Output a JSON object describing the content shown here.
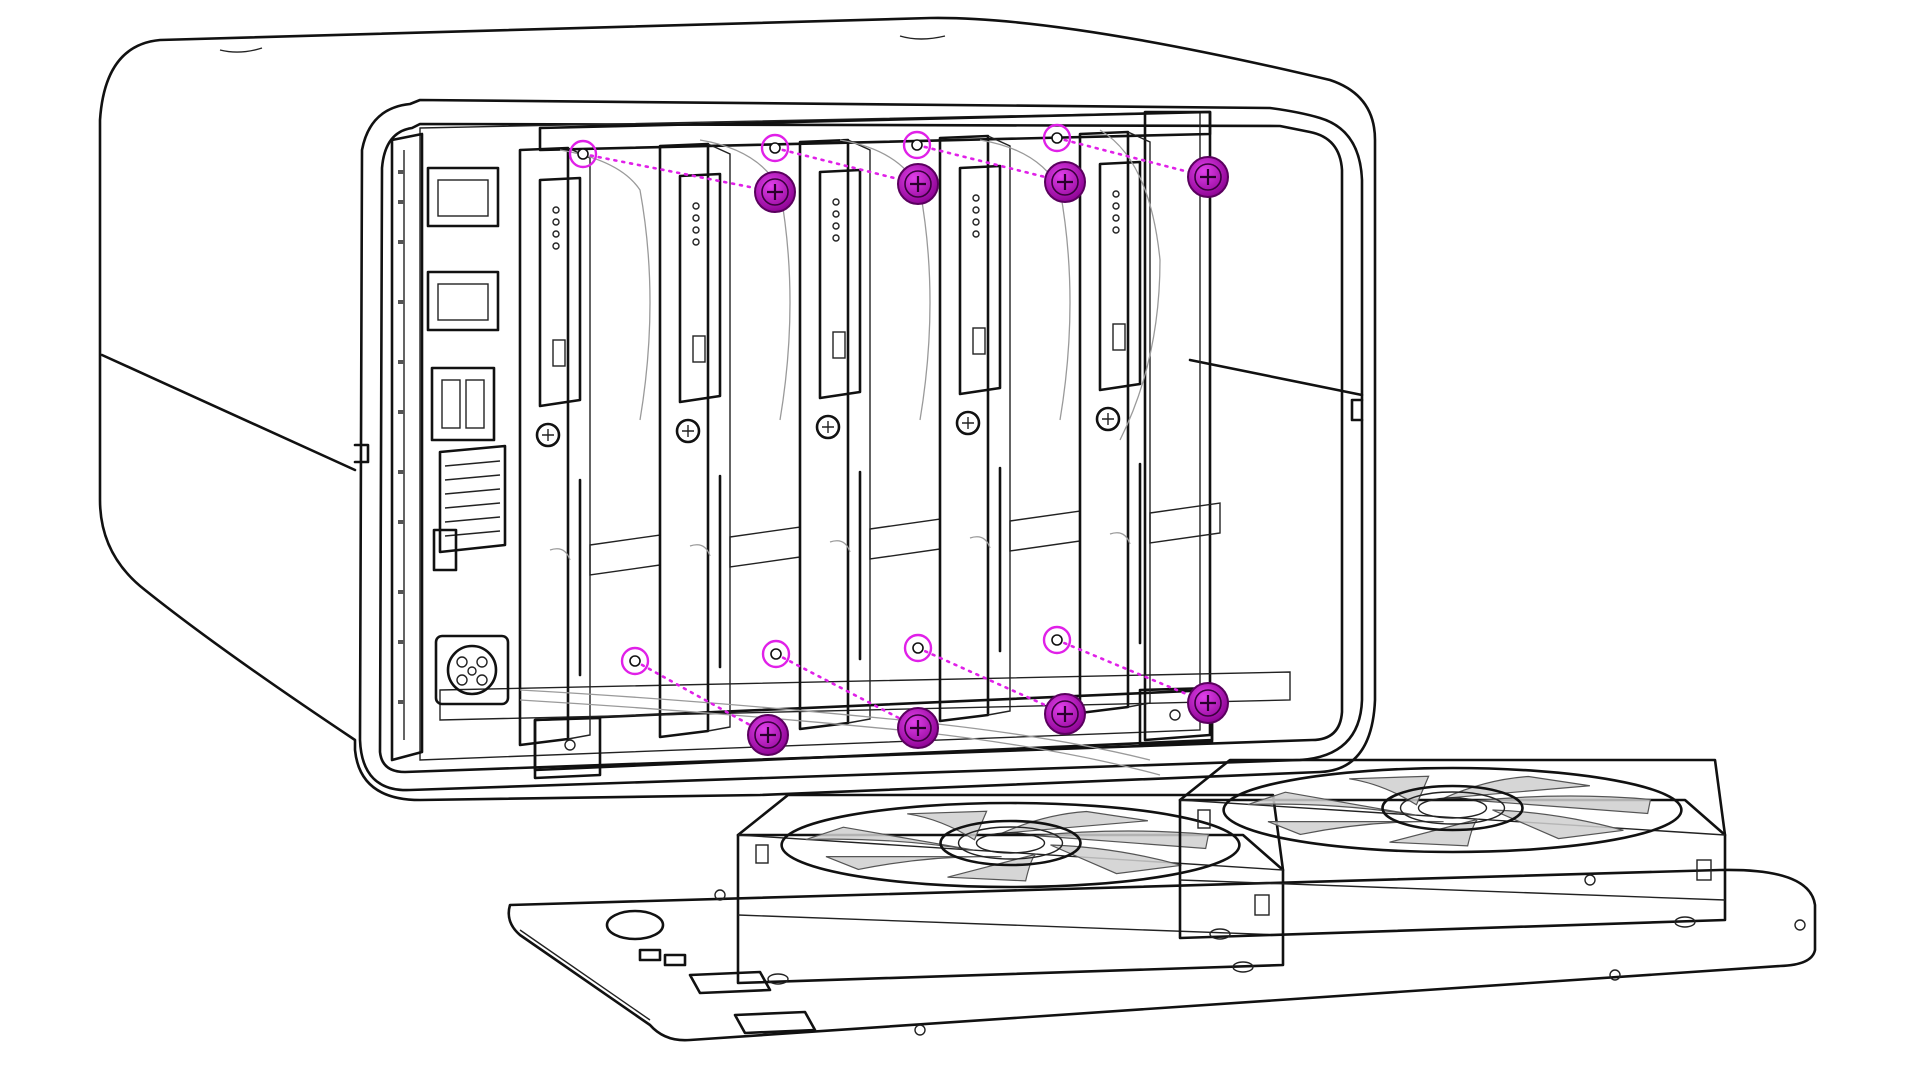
{
  "illustration": {
    "subject": "enclosure-fan-tray-assembly",
    "screw_color": "#b000b8",
    "marker_color": "#e020e8",
    "enclosure_fill": "#ffffff",
    "line_color": "#111111",
    "interior_fill": "#f2f2f2",
    "fan_blade_fill": "#cfcfcf",
    "plate_fill": "#f4f4f4",
    "drive_bays": 5,
    "screw_count": 8,
    "marker_count": 8,
    "fan_count": 2,
    "icons": [
      "ethernet-port-icon",
      "usb-port-icon",
      "power-connector-icon",
      "screw-icon",
      "fan-icon"
    ]
  }
}
